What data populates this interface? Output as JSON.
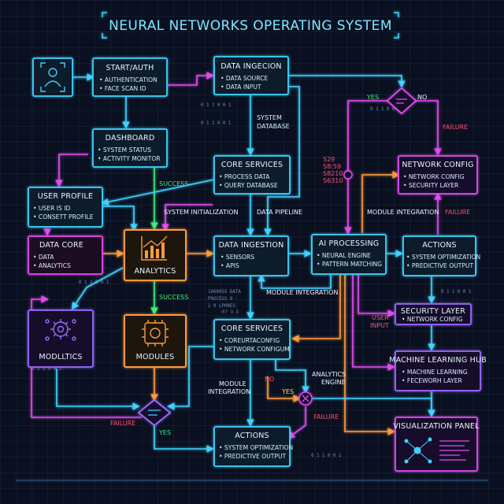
{
  "title": "NEURAL NETWORKS OPERATING SYSTEM",
  "colors": {
    "cyan": "#3fd2ff",
    "magenta": "#e24cf0",
    "orange": "#ff9a3c",
    "green": "#3ef07a",
    "yellow": "#ffe14a",
    "red": "#ff4f6e",
    "violet": "#9a6bff"
  },
  "boxes": {
    "start_auth": {
      "title": "START/AUTH",
      "items": [
        "• AUTHENTICATION",
        "• FACE SCAN ID"
      ]
    },
    "data_ingecion": {
      "title": "DATA INGECION",
      "items": [
        "• DATA SOURCE",
        "• DATA INPUT"
      ]
    },
    "dashboard": {
      "title": "DASHBOARD",
      "items": [
        "• SYSTEM STATUS",
        "• ACTIVITY MONITOR"
      ]
    },
    "core_services_top": {
      "title": "CORE SERVICES",
      "items": [
        "• PROCESS DATA",
        "• QUERY DATABASE"
      ]
    },
    "network_config": {
      "title": "NETWORK CONFIG",
      "items": [
        "• NETWORK CONFIG",
        "• SECURITY LAYER"
      ]
    },
    "user_profile": {
      "title": "USER PROFILE",
      "items": [
        "• USER IS ID",
        "• CONSETT PROFILE"
      ]
    },
    "data_core": {
      "title": "DATA CORE",
      "items": [
        "• DATA",
        "• ANALYTICS"
      ]
    },
    "analytics": {
      "title": "ANALYTICS"
    },
    "data_ingestion": {
      "title": "DATA INGESTION",
      "items": [
        "• SENSORS",
        "• APIS"
      ]
    },
    "ai_processing": {
      "title": "AI PROCESSING",
      "items": [
        "• NEURAL ENGINE",
        "• PATTERN MATCHING"
      ]
    },
    "actions_right": {
      "title": "ACTIONS",
      "items": [
        "• SYSTEM OPTIMIZATION",
        "• PREDICTIVE OUTPUT"
      ]
    },
    "modlltics": {
      "title": "MODLLTICS"
    },
    "modules": {
      "title": "MODULES"
    },
    "security_layer": {
      "title": "SECURITY LAYER",
      "items": [
        "• NETWORK CONFIG"
      ]
    },
    "core_services_mid": {
      "title": "CORE SERVICES",
      "items": [
        "• COREURTACONFIG",
        "• NETWORK CONFIGUM"
      ]
    },
    "ml_hub": {
      "title": "MACHINE LEARNING HUB",
      "items": [
        "• MACHINE LEARNING",
        "• FECEWORH LAYER"
      ]
    },
    "actions_bottom": {
      "title": "ACTIONS",
      "items": [
        "• SYSTEM OPTIMIZATION",
        "• PREDICTIVE OUTPUT"
      ]
    },
    "visualization_panel": {
      "title": "VISUALIZATION PANEL"
    }
  },
  "labels": {
    "yes_top": "YES",
    "no_top": "NO",
    "failure_top": "FAILURE",
    "system": "SYSTEM",
    "database": "DATABASE",
    "success_1": "SUCCESS",
    "system_initialization": "SYSTEM INITIALIZATION",
    "data_pipeline": "DATA PIPELINE",
    "module_integration_right": "MODULE INTEGRATION",
    "failure_right": "FAILURE",
    "success_2": "SUCCESS",
    "module_integration_mid": "MODULE INTEGRATION",
    "user": "USER",
    "input": "INPUT",
    "analytics_engine_1": "ANALYTICS",
    "analytics_engine_2": "ENGINE",
    "module": "MODULE",
    "integration": "INTEGRATION",
    "no_mid": "NO",
    "yes_mid": "YES",
    "failure_mid": "FAILURE",
    "failure_left": "FAILURE",
    "yes_bottom": "YES"
  },
  "code_text": {
    "c1": "0 1 1 0 0 1",
    "c2": "10680S5 DATA",
    "c3": "PROCESS 0",
    "c4": "1 0 LPHRES",
    "c5": "0? 3 3",
    "c6": "S29",
    "c7": "S8:59",
    "c8": "S8210",
    "c9": "S6310"
  }
}
